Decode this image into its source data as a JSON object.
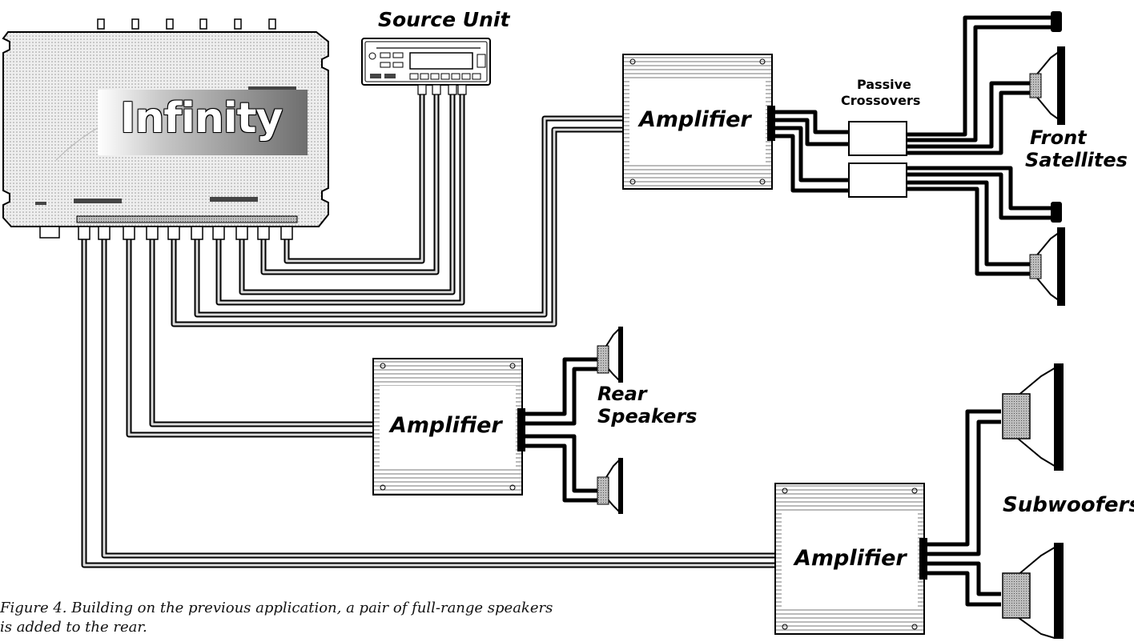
{
  "labels": {
    "source_unit": "Source Unit",
    "passive": "Passive",
    "crossovers": "Crossovers",
    "front": "Front",
    "satellites": "Satellites",
    "rear": "Rear",
    "speakers": "Speakers",
    "subwoofers": "Subwoofers"
  },
  "amplifiers": {
    "front_amp": "Amplifier",
    "rear_amp": "Amplifier",
    "sub_amp": "Amplifier"
  },
  "processor": {
    "logo": "Infinity"
  },
  "caption": "Figure 4. Building on the previous application, a pair of full-range speakers is added to the rear.",
  "colors": {
    "line": "#000000",
    "cable_fill": "#d8d8d8",
    "processor_fill": "#e6e6e6",
    "logo_band": "#7a7a7a"
  }
}
